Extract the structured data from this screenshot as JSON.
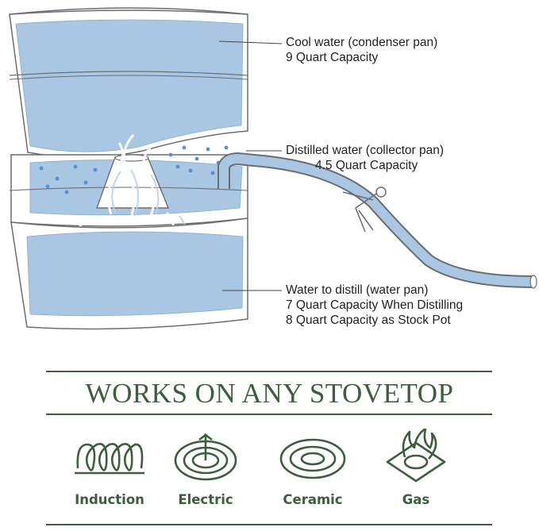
{
  "diagram": {
    "condenser": {
      "line1": "Cool water (condenser pan)",
      "line2": "9 Quart Capacity"
    },
    "collector": {
      "line1": "Distilled water (collector pan)",
      "line2": "4.5 Quart Capacity"
    },
    "water_pan": {
      "line1": "Water to distill (water pan)",
      "line2": "7 Quart Capacity When Distilling",
      "line3": "8 Quart Capacity as Stock Pot"
    }
  },
  "stovetop": {
    "heading": "WORKS ON ANY STOVETOP",
    "items": [
      {
        "label": "Induction",
        "icon": "induction-coil-icon"
      },
      {
        "label": "Electric",
        "icon": "electric-burner-icon"
      },
      {
        "label": "Ceramic",
        "icon": "ceramic-burner-icon"
      },
      {
        "label": "Gas",
        "icon": "gas-flame-icon"
      }
    ]
  },
  "colors": {
    "brand_green": "#3d5e3c",
    "water_blue": "#a9c6e3",
    "outline": "#6a6e72"
  }
}
